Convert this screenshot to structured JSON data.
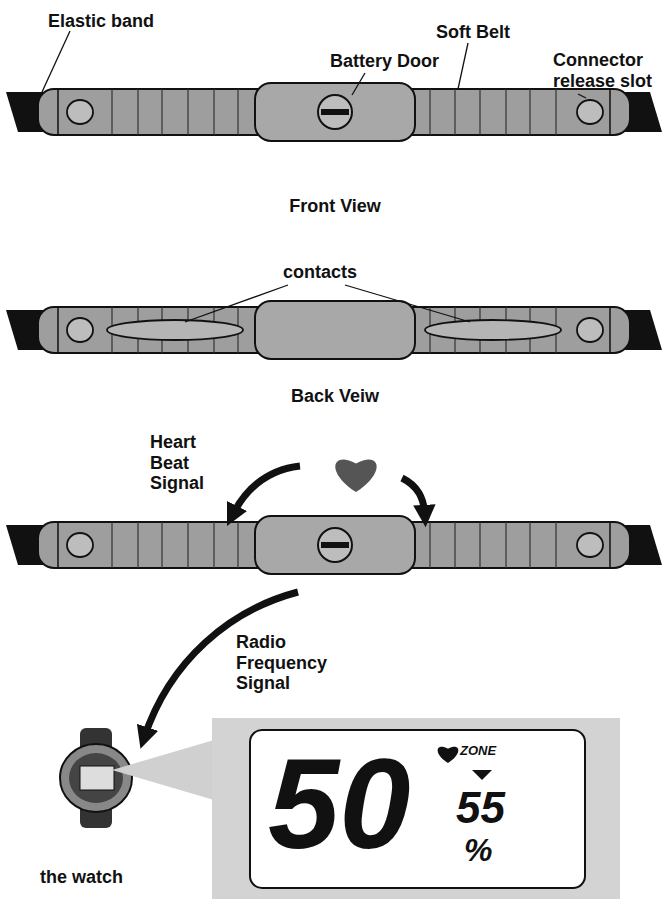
{
  "diagram": {
    "nodes": [
      {
        "text": [
          "50",
          "ZONE",
          "55",
          "%"
        ]
      }
    ],
    "labels": [
      "Elastic band",
      "Battery Door",
      "Soft Belt",
      "Connector release slot",
      "Front View",
      "contacts",
      "Back Veiw",
      "Heart Beat Signal",
      "Radio Frequency Signal",
      "the watch"
    ]
  }
}
